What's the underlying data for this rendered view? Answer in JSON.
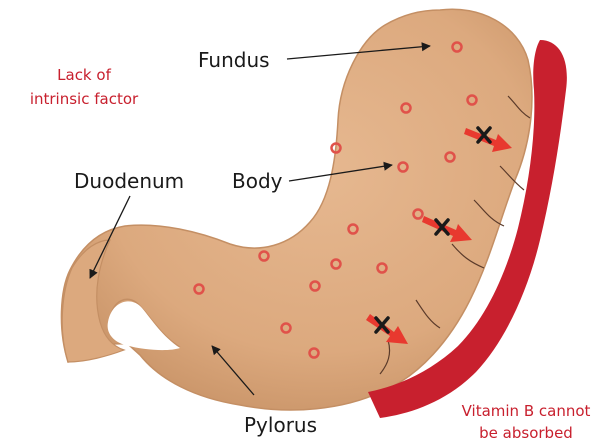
{
  "labels": {
    "fundus": "Fundus",
    "body": "Body",
    "duodenum": "Duodenum",
    "pylorus": "Pylorus"
  },
  "notes": {
    "lack_line1": "Lack of",
    "lack_line2": "intrinsic factor",
    "vitamin_line1": "Vitamin B cannot",
    "vitamin_line2": "be absorbed"
  },
  "colors": {
    "stomach_fill": "#dfae83",
    "stomach_shadow": "#c48f64",
    "vessel": "#c8202e",
    "arrow": "#e8392f",
    "cross": "#1a1a1a",
    "note_text": "#c8202e",
    "label_text": "#1a1a1a",
    "dot": "#e0524a"
  },
  "icons": {
    "blocked_arrow": "red-arrow-with-x-icon",
    "pointer_arrow": "black-leader-arrow"
  }
}
